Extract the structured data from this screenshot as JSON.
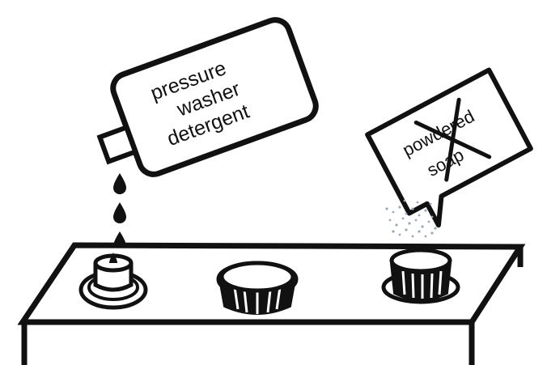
{
  "detergent_bottle": {
    "label_lines": [
      "pressure",
      "washer",
      "detergent"
    ]
  },
  "soap_box": {
    "label_lines": [
      "powdered",
      "soap"
    ],
    "crossed_out": true
  },
  "colors": {
    "ink": "#111111",
    "background": "#ffffff"
  }
}
